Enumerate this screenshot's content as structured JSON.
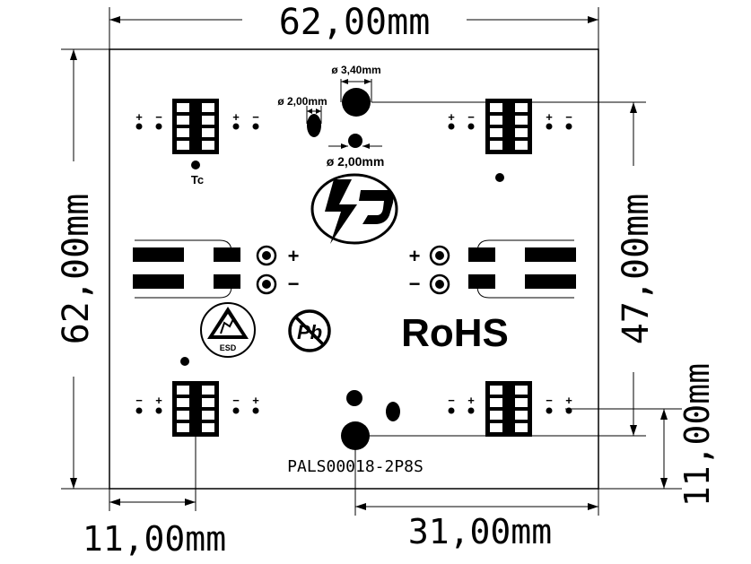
{
  "dimensions": {
    "top_width": "62,00mm",
    "left_height": "62,00mm",
    "right_height": "47,00mm",
    "right_offset": "11,00mm",
    "bottom_left": "11,00mm",
    "bottom_right": "31,00mm"
  },
  "holes": {
    "large": "ø 3,40mm",
    "small_top": "ø 2,00mm",
    "small_mid": "ø 2,00mm"
  },
  "labels": {
    "tc": "Tc",
    "rohs": "RoHS",
    "pb": "Pb",
    "esd": "ESD",
    "part_number": "PALS00018-2P8S",
    "plus": "+",
    "minus": "−"
  },
  "colors": {
    "ink": "#000000",
    "background": "#ffffff"
  }
}
